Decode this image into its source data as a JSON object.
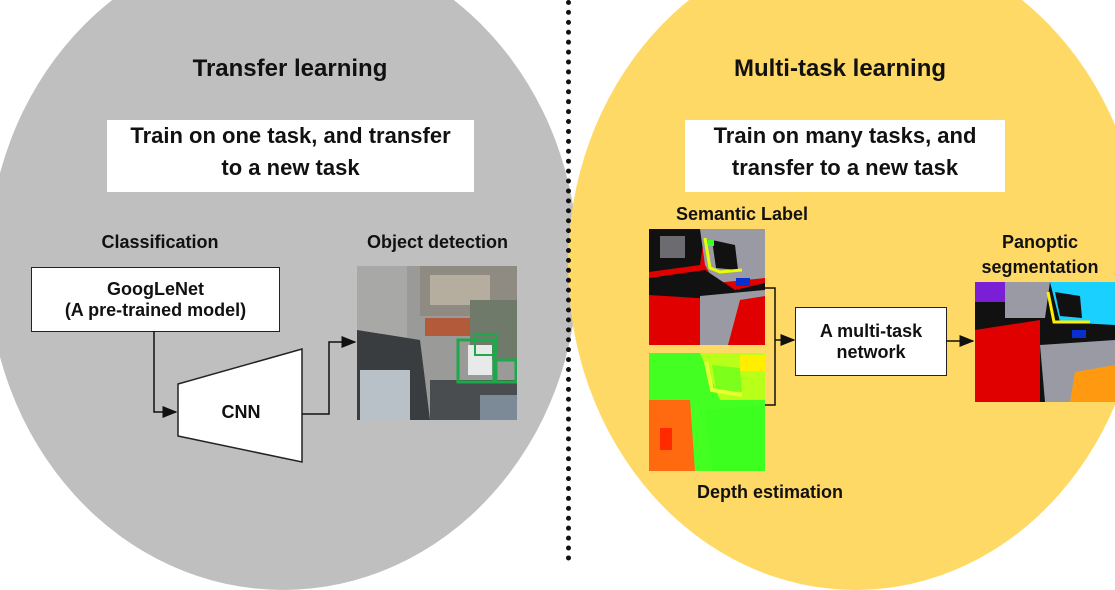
{
  "left": {
    "title": "Transfer learning",
    "subtitle_line1": "Train on one task, and transfer",
    "subtitle_line2": "to a new task",
    "classification_label": "Classification",
    "model_line1": "GoogLeNet",
    "model_line2": "(A pre-trained model)",
    "cnn_label": "CNN",
    "object_detection_label": "Object detection"
  },
  "right": {
    "title": "Multi-task learning",
    "subtitle_line1": "Train on many tasks, and",
    "subtitle_line2": "transfer to a new task",
    "semantic_label": "Semantic Label",
    "depth_label": "Depth estimation",
    "network_line1": "A multi-task",
    "network_line2": "network",
    "panoptic_line1": "Panoptic",
    "panoptic_line2": "segmentation"
  },
  "colors": {
    "left_background": "#bfbfbf",
    "right_background": "#ffd966",
    "semantic_red": "#e00000",
    "semantic_gray": "#a0a0a8",
    "depth_green": "#44ff22",
    "depth_orange": "#ff6a10"
  }
}
